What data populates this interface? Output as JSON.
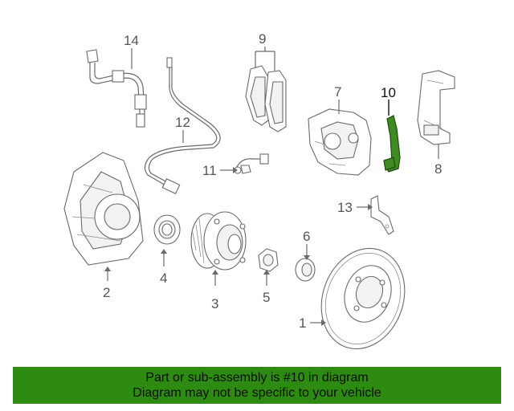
{
  "callouts": {
    "c1": "1",
    "c2": "2",
    "c3": "3",
    "c4": "4",
    "c5": "5",
    "c6": "6",
    "c7": "7",
    "c8": "8",
    "c9": "9",
    "c10": "10",
    "c11": "11",
    "c12": "12",
    "c13": "13",
    "c14": "14"
  },
  "highlighted_part": "10",
  "colors": {
    "highlight_part": "#3f8a21",
    "banner_bg": "#2e8b12",
    "line": "#6a6a6a"
  },
  "banner": {
    "line1": "Part or sub-assembly is #10 in diagram",
    "line2": "Diagram may not be specific to your vehicle"
  }
}
